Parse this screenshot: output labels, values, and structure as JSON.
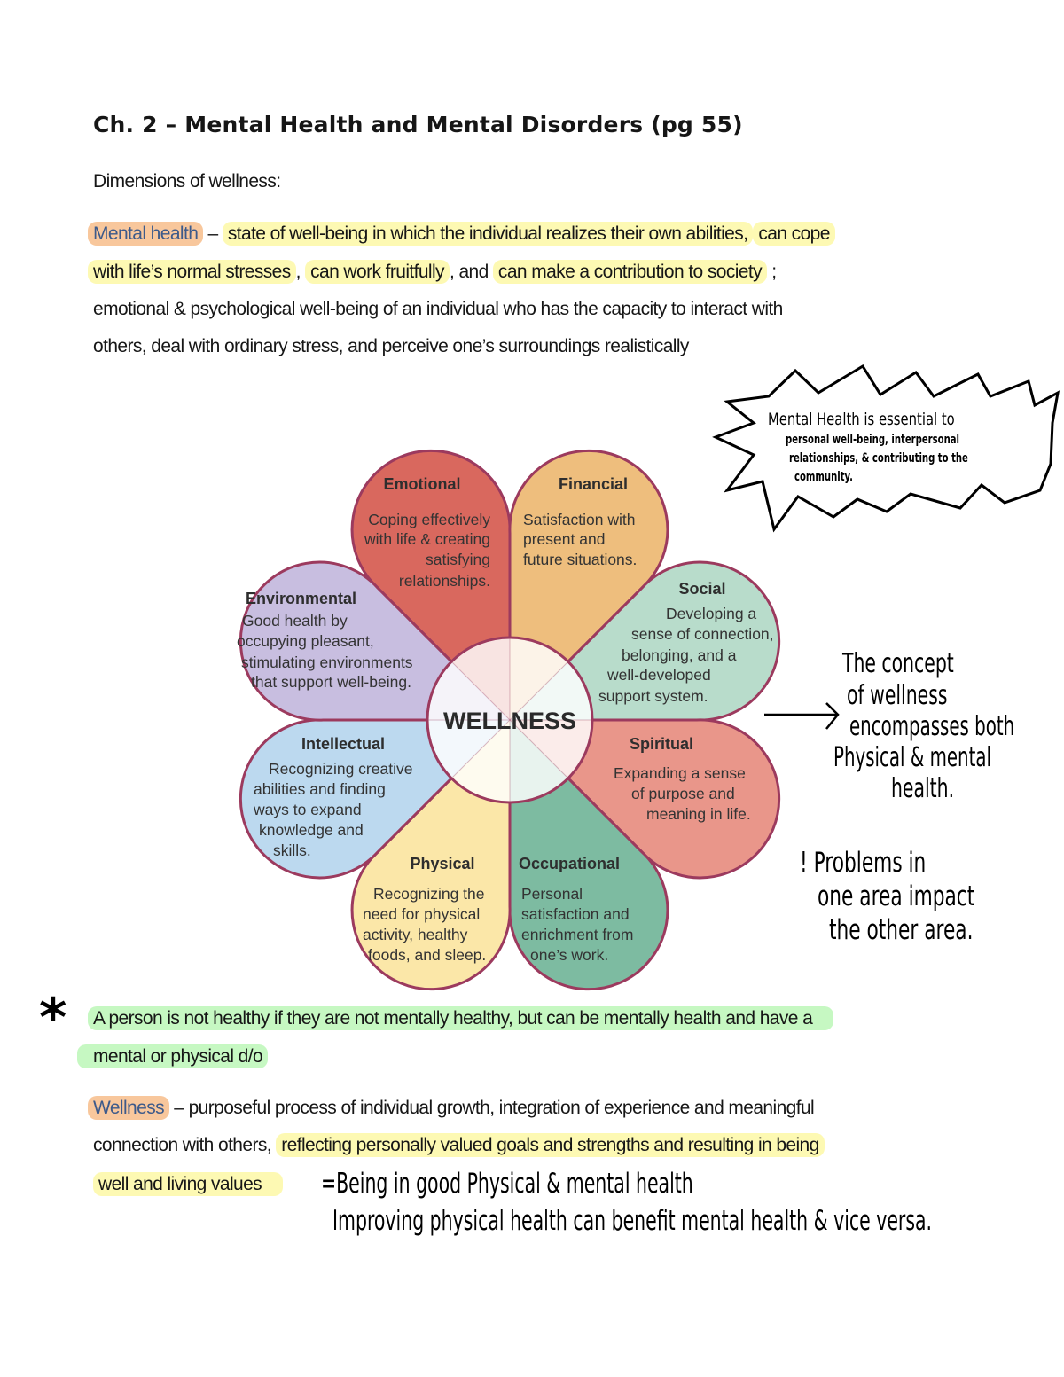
{
  "header": {
    "title": "Ch. 2 – Mental Health and Mental Disorders (pg 55)"
  },
  "intro": "Dimensions of wellness:",
  "mental_health": {
    "term": "Mental health",
    "dash": " – ",
    "l1_a": "state of well-being in which the individual realizes their own abilities,",
    "l1_b": "can cope",
    "l2_a": "with life’s normal stresses",
    "l2_sep1": ", ",
    "l2_b": "can work fruitfully",
    "l2_sep2": ", and ",
    "l2_c": "can make a contribution to society",
    "l2_end": " ;",
    "l3": "emotional & psychological well-being of an individual who has the capacity to interact with",
    "l4": "others, deal with ordinary stress, and perceive one’s surroundings realistically"
  },
  "diagram": {
    "center_label": "WELLNESS",
    "outline_color": "#9c3a5e",
    "petals": [
      {
        "title": "Emotional",
        "lines": [
          "Coping effectively",
          "with life & creating",
          "satisfying",
          "relationships."
        ],
        "color": "#d9685e"
      },
      {
        "title": "Financial",
        "lines": [
          "Satisfaction with",
          "present and",
          "future situations."
        ],
        "color": "#eebe7d"
      },
      {
        "title": "Social",
        "lines": [
          "Developing a",
          "sense of connection,",
          "belonging, and a",
          "well-developed",
          "support system."
        ],
        "color": "#b8dccb"
      },
      {
        "title": "Spiritual",
        "lines": [
          "Expanding a sense",
          "of purpose and",
          "meaning in life."
        ],
        "color": "#e9968a"
      },
      {
        "title": "Occupational",
        "lines": [
          "Personal",
          "satisfaction and",
          "enrichment from",
          "one’s work."
        ],
        "color": "#7dbba1"
      },
      {
        "title": "Physical",
        "lines": [
          "Recognizing the",
          "need for physical",
          "activity, healthy",
          "foods, and sleep."
        ],
        "color": "#fbe7a8"
      },
      {
        "title": "Intellectual",
        "lines": [
          "Recognizing creative",
          "abilities and finding",
          "ways to expand",
          "knowledge and",
          "skills."
        ],
        "color": "#bcd9ef"
      },
      {
        "title": "Environmental",
        "lines": [
          "Good health by",
          "occupying pleasant,",
          "stimulating environments",
          "that support well-being."
        ],
        "color": "#c8bee0"
      }
    ]
  },
  "notes": {
    "starburst": [
      "Mental Health is essential to",
      "personal well-being, interpersonal",
      "relationships, & contributing to the",
      "community."
    ],
    "concept": [
      "The concept",
      "of wellness",
      "encompasses both",
      "Physical & mental",
      "health."
    ],
    "problems": [
      "! Problems in",
      "one area impact",
      "the other area."
    ],
    "asterisk": "*",
    "being": "=Being in good Physical & mental health",
    "improving": "Improving physical health can benefit mental health & vice versa."
  },
  "statement": {
    "l1": "A person is not healthy if they are not mentally healthy, but can be mentally health and have a",
    "l2": "mental or physical d/o"
  },
  "wellness_def": {
    "term": "Wellness",
    "dash": " – ",
    "l1": "purposeful process of individual growth, integration of experience and meaningful",
    "l2_a": "connection with others, ",
    "l2_b": "reflecting personally valued goals and strengths and resulting in being",
    "l3": "well and living values"
  },
  "colors": {
    "highlight_yellow": "#fdf9b3",
    "highlight_green": "#c6f8c2",
    "highlight_orange": "#f8c79c",
    "term_blue": "#3d5a8a"
  }
}
